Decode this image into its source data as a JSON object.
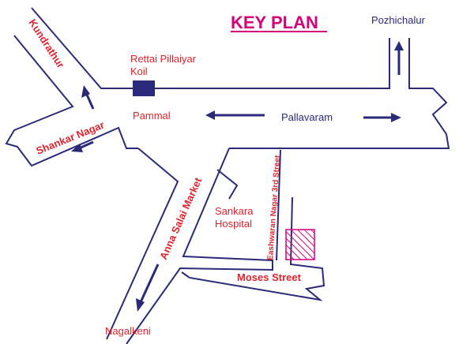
{
  "map": {
    "title": "KEY PLAN",
    "places": {
      "kundrathur": "Kundrathur",
      "rettai_line1": "Rettai Pillaiyar",
      "rettai_line2": "Koil",
      "pozhichalur": "Pozhichalur",
      "pammal": "Pammal",
      "pallavaram": "Pallavaram",
      "shankar_nagar": "Shankar Nagar",
      "anna_salai_market": "Anna Salai Market",
      "eashwaran_nagar": "Eashwaran Nagar 3rd Street",
      "sankara_line1": "Sankara",
      "sankara_line2": "Hospital",
      "moses_street": "Moses Street",
      "nagalkeni": "Nagalkeni"
    },
    "colors": {
      "road_outline": "#2b2a7a",
      "label_red": "#e0242e",
      "title_magenta": "#d6007a",
      "site_hatch": "#d6007a",
      "landmark_fill": "#2b2a7a"
    },
    "icons": [
      "direction-arrow-icon",
      "landmark-marker-icon",
      "site-plot-icon"
    ]
  }
}
